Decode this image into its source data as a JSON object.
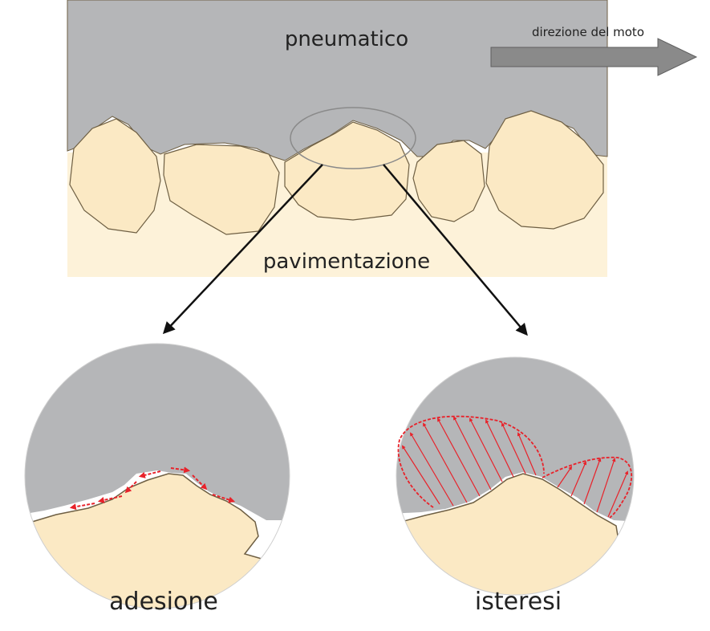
{
  "labels": {
    "tire": "pneumatico",
    "pavement": "pavimentazione",
    "direction": "direzione del moto",
    "adhesion": "adesione",
    "hysteresis": "isteresi"
  },
  "colors": {
    "tire_gray": "#b5b6b8",
    "aggregate": "#fbe9c4",
    "pavement": "#fdf2d9",
    "outline": "#6e5f43",
    "force_red": "#e8222a",
    "arrow_gray": "#8a8a8a",
    "pointer": "#111111"
  },
  "icons": {
    "direction_arrow": "right-arrow-icon",
    "zoom_pointers": "arrow-pointer-icon"
  }
}
